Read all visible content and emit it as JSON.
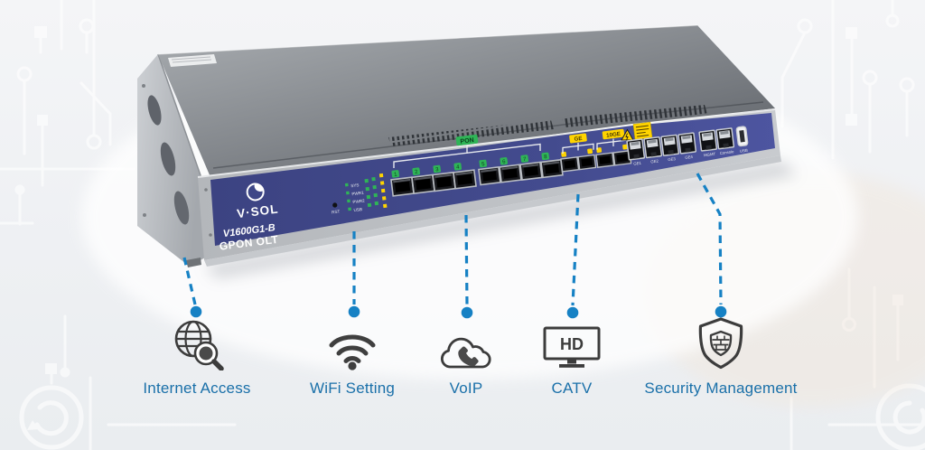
{
  "banner": {
    "background_color": "#eef0f3",
    "accent_blue": "#1681c4",
    "label_blue": "#1a70a9",
    "panel_navy": "#424a8e",
    "led_green": "#2fb457",
    "led_yellow": "#ffd400"
  },
  "device": {
    "brand": "V·SOL",
    "model": "V1600G1-B",
    "product": "GPON OLT",
    "reset_label": "RST",
    "led_labels": [
      "SYS",
      "PWR1",
      "PWR2",
      "USB"
    ],
    "pon_group_label": "PON",
    "uplink_group_labels": [
      "GE",
      "10GE"
    ],
    "pon_port_numbers": [
      "1",
      "2",
      "3",
      "4",
      "5",
      "6",
      "7",
      "8"
    ],
    "rj45_labels": [
      "GE1",
      "GE2",
      "GE3",
      "GE4"
    ],
    "mgmt_label": "MGMT",
    "console_label": "Console",
    "usb_label": "USB"
  },
  "features": [
    {
      "icon": "globe-search-icon",
      "label": "Internet Access"
    },
    {
      "icon": "wifi-icon",
      "label": "WiFi Setting"
    },
    {
      "icon": "cloud-phone-icon",
      "label": "VoIP"
    },
    {
      "icon": "tv-hd-icon",
      "label": "CATV",
      "screen_text": "HD"
    },
    {
      "icon": "shield-check-icon",
      "label": "Security Management"
    }
  ]
}
